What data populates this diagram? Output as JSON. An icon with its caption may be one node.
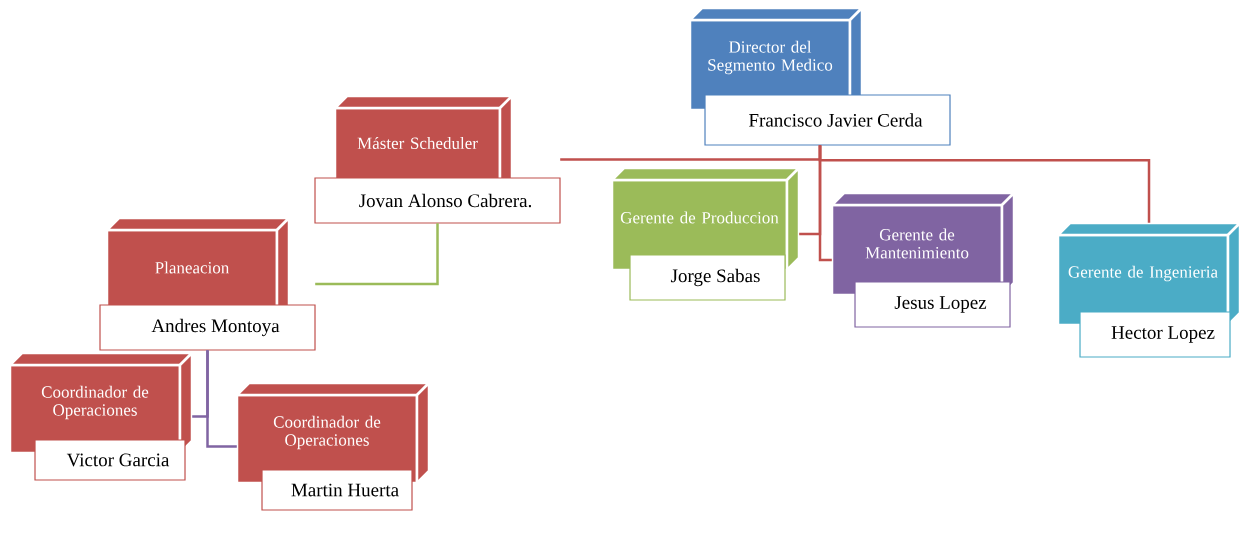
{
  "diagram": {
    "nodes": [
      {
        "text": [
          "Director del Segmento Medico",
          "Francisco Javier Cerda"
        ]
      },
      {
        "text": [
          "Máster Scheduler",
          "Jovan Alonso Cabrera."
        ]
      },
      {
        "text": [
          "Gerente de Produccion",
          "Jorge Sabas"
        ]
      },
      {
        "text": [
          "Gerente de Mantenimiento",
          "Jesus Lopez"
        ]
      },
      {
        "text": [
          "Gerente de Ingenieria",
          "Hector Lopez"
        ]
      },
      {
        "text": [
          "Planeacion",
          "Andres Montoya"
        ]
      },
      {
        "text": [
          "Coordinador de Operaciones",
          "Victor Garcia"
        ]
      },
      {
        "text": [
          "Coordinador de Operaciones",
          "Martin Huerta"
        ]
      }
    ],
    "edges": [
      {
        "from": 0,
        "to": 1,
        "arrow": "none"
      },
      {
        "from": 0,
        "to": 2,
        "arrow": "none"
      },
      {
        "from": 0,
        "to": 3,
        "arrow": "none"
      },
      {
        "from": 0,
        "to": 4,
        "arrow": "none"
      },
      {
        "from": 1,
        "to": 5,
        "arrow": "none",
        "color": "#9bbb59"
      },
      {
        "from": 5,
        "to": 6,
        "arrow": "none",
        "color": "#8064a2"
      },
      {
        "from": 5,
        "to": 7,
        "arrow": "none",
        "color": "#8064a2"
      }
    ]
  }
}
